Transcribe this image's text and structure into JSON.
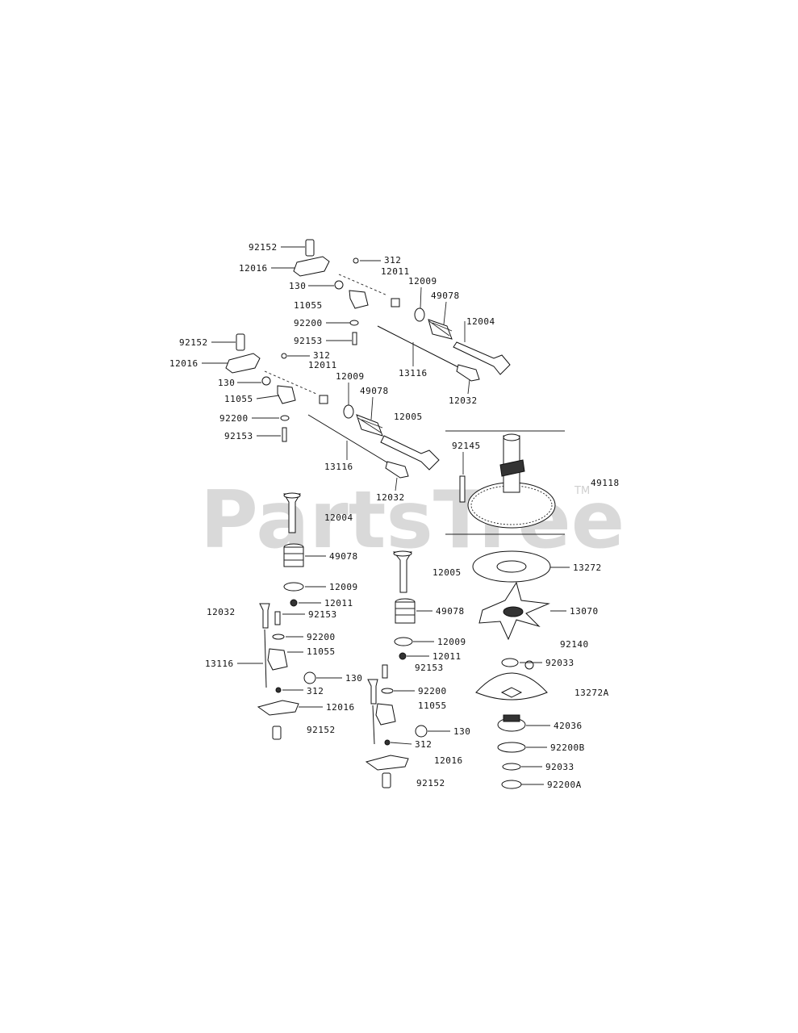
{
  "watermark": {
    "text": "PartsTree",
    "trademark": "TM"
  },
  "labels": {
    "l92152a": "92152",
    "l12016a": "12016",
    "l312a": "312",
    "l12011a": "12011",
    "l130a": "130",
    "l12009a": "12009",
    "l49078a": "49078",
    "l11055a": "11055",
    "l12004a": "12004",
    "l92200a": "92200",
    "l92153a": "92153",
    "l92152b": "92152",
    "l312b": "312",
    "l12016b": "12016",
    "l12011b": "12011",
    "l13116a": "13116",
    "l130b": "130",
    "l12009b": "12009",
    "l49078b": "49078",
    "l11055b": "11055",
    "l12032a": "12032",
    "l12005a": "12005",
    "l92200b": "92200",
    "l92153b": "92153",
    "l13116b": "13116",
    "l92145": "92145",
    "l49118": "49118",
    "l12032b": "12032",
    "l12004b": "12004",
    "l49078c": "49078",
    "l12005b": "12005",
    "l13272": "13272",
    "l12009c": "12009",
    "l12011c": "12011",
    "l12032c": "12032",
    "l92153c": "92153",
    "l49078d": "49078",
    "l13070": "13070",
    "l92200c": "92200",
    "l11055c": "11055",
    "l13116c": "13116",
    "l130c": "130",
    "l12009d": "12009",
    "l92140": "92140",
    "l12011d": "12011",
    "l92153d": "92153",
    "l92033a": "92033",
    "l312c": "312",
    "l12016c": "12016",
    "l92200d": "92200",
    "l13272A": "13272A",
    "l92152c": "92152",
    "l11055d": "11055",
    "l130d": "130",
    "l42036": "42036",
    "l312d": "312",
    "l92200B": "92200B",
    "l12016d": "12016",
    "l92033b": "92033",
    "l92152d": "92152",
    "l92200A": "92200A"
  }
}
